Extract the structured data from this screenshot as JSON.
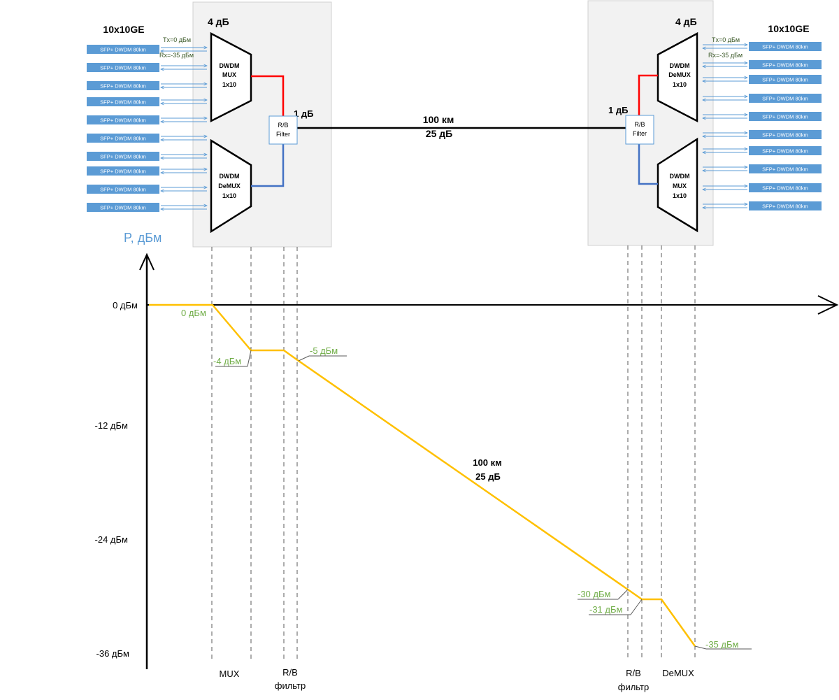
{
  "left_group_title": "10x10GE",
  "right_group_title": "10x10GE",
  "left_tx_label": "Tx=0 дБм",
  "left_rx_label": "Rx=-35 дБм",
  "right_tx_label": "Tx=0 дБм",
  "right_rx_label": "Rx=-35 дБм",
  "sfp_label": "SFP+ DWDM 80km",
  "mux_loss_left": "4 дБ",
  "mux_loss_right": "4 дБ",
  "filter_loss_left": "1 дБ",
  "filter_loss_right": "1 дБ",
  "left_mux": {
    "line1": "DWDM",
    "line2": "MUX",
    "line3": "1x10"
  },
  "left_demux": {
    "line1": "DWDM",
    "line2": "DeMUX",
    "line3": "1x10"
  },
  "right_demux": {
    "line1": "DWDM",
    "line2": "DeMUX",
    "line3": "1x10"
  },
  "right_mux": {
    "line1": "DWDM",
    "line2": "MUX",
    "line3": "1x10"
  },
  "filter": {
    "line1": "R/B",
    "line2": "Filter"
  },
  "link_top": {
    "distance": "100  км",
    "loss": "25 дБ"
  },
  "power_axis_label": "P, дБм",
  "y_ticks": [
    "0 дБм",
    "-12 дБм",
    "-24 дБм",
    "-36 дБм"
  ],
  "stage_labels": {
    "mux": "MUX",
    "rb_left_1": "R/B",
    "rb_left_2": "фильтр",
    "rb_right_1": "R/B",
    "rb_right_2": "фильтр",
    "demux": "DeMUX"
  },
  "power_labels": {
    "p0": "0 дБм",
    "p_4": "-4 дБм",
    "p_5": "-5 дБм",
    "p_30": "-30 дБм",
    "p_31": "-31 дБм",
    "p_35": "-35 дБм"
  },
  "link_mid": {
    "distance": "100  км",
    "loss": "25 дБ"
  },
  "colors": {
    "sfp": "#5b9bd5",
    "power_line": "#ffc000",
    "power_label": "#70ad47",
    "axis_label": "#5b9bd5",
    "red_fiber": "#ff0000",
    "blue_fiber": "#4472c4",
    "box": "#f2f2f2"
  }
}
